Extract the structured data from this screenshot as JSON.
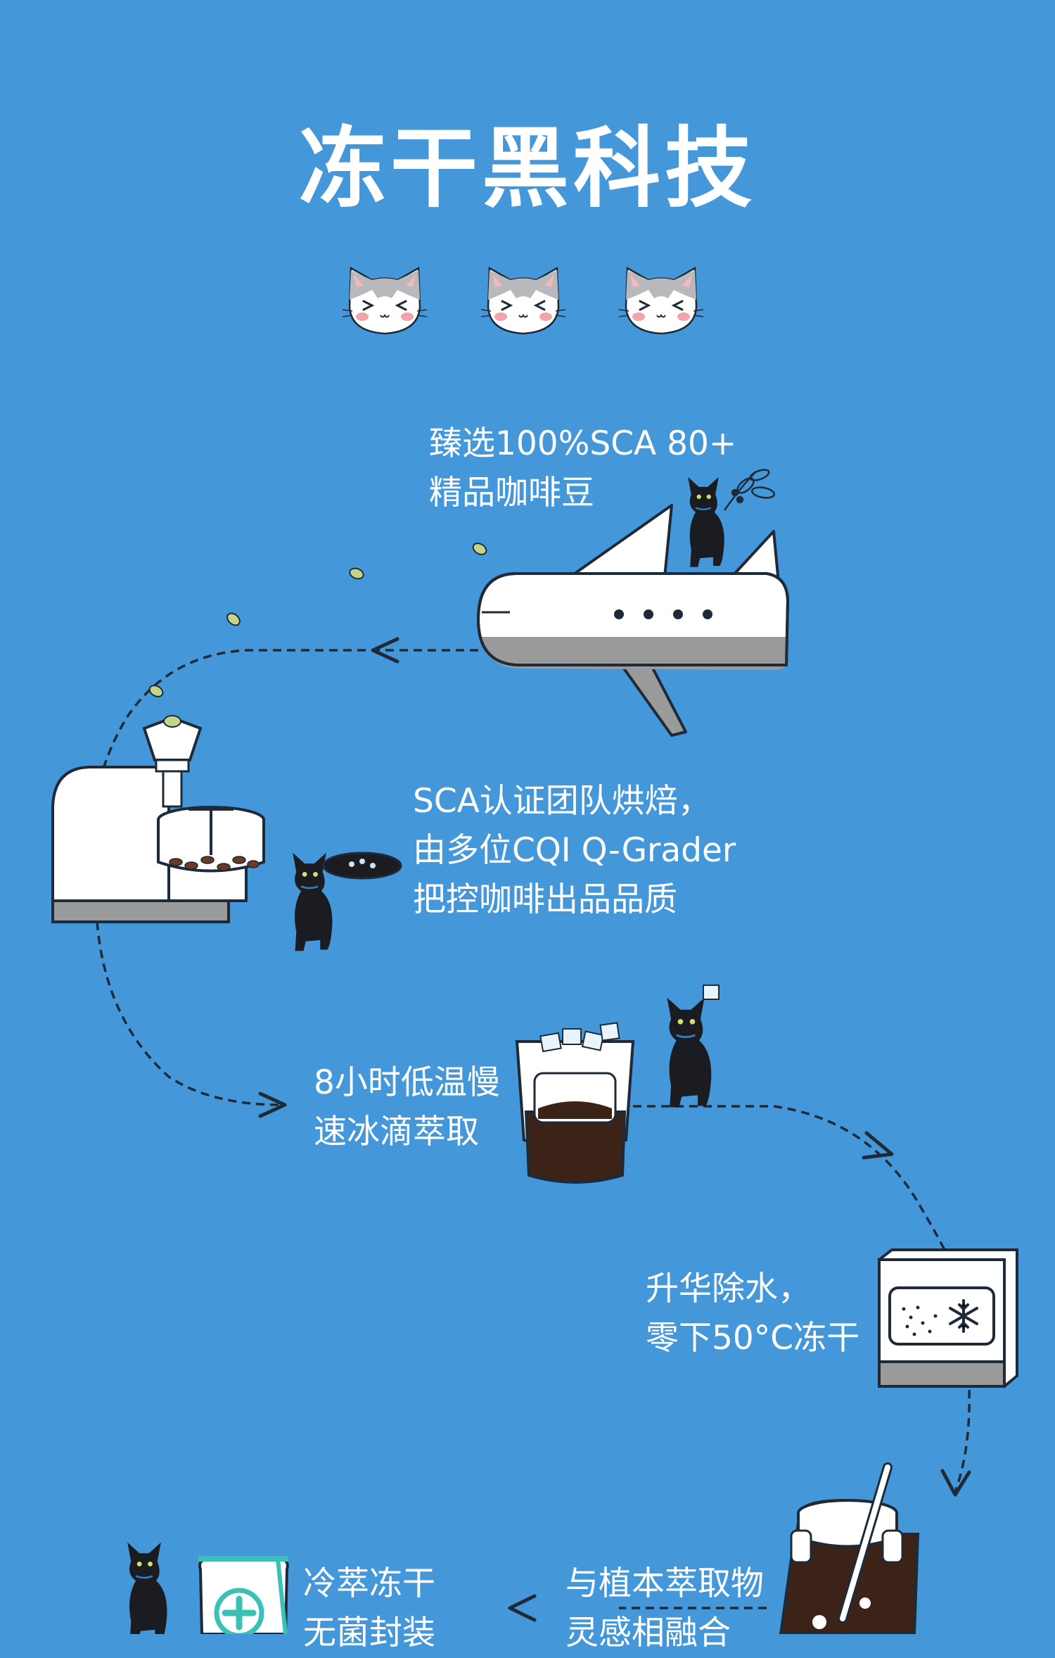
{
  "title": "冻干黑科技",
  "colors": {
    "background": "#4498da",
    "text": "#ffffff",
    "outline": "#1e2a38",
    "cat_black": "#1b1b22",
    "coffee": "#3b2417",
    "bean_green": "#c6d48a",
    "gray": "#9b9a9b"
  },
  "mascots": [
    {
      "icon": "cat-face-icon"
    },
    {
      "icon": "cat-face-icon"
    },
    {
      "icon": "cat-face-icon"
    }
  ],
  "steps": [
    {
      "icon": "airplane-icon",
      "lines": [
        "臻选100%SCA 80+",
        "精品咖啡豆"
      ]
    },
    {
      "icon": "roaster-icon",
      "lines": [
        "SCA认证团队烘焙，",
        "由多位CQI Q-Grader",
        "把控咖啡出品品质"
      ]
    },
    {
      "icon": "cold-brew-icon",
      "lines": [
        "8小时低温慢",
        "速冰滴萃取"
      ]
    },
    {
      "icon": "freezer-icon",
      "lines": [
        "升华除水，",
        "零下50°C冻干"
      ]
    },
    {
      "icon": "mixing-jar-icon",
      "lines": [
        "与植本萃取物",
        "灵感相融合"
      ]
    },
    {
      "icon": "sealed-package-icon",
      "lines": [
        "冷萃冻干",
        "无菌封装"
      ]
    }
  ]
}
